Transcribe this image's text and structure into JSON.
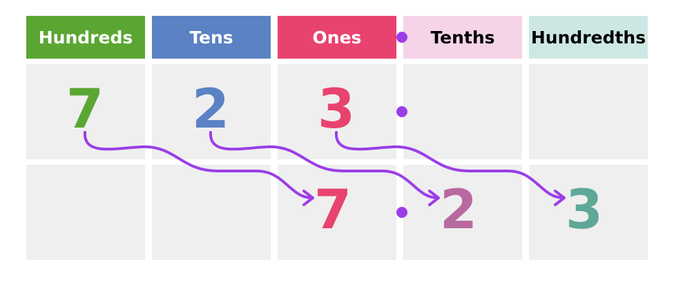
{
  "columns": [
    {
      "label": "Hundreds",
      "bg": "#5ba632",
      "fg": "#ffffff"
    },
    {
      "label": "Tens",
      "bg": "#5a82c4",
      "fg": "#ffffff"
    },
    {
      "label": "Ones",
      "bg": "#e8436e",
      "fg": "#ffffff"
    },
    {
      "label": "Tenths",
      "bg": "#f5d3e8",
      "fg": "#000000"
    },
    {
      "label": "Hundredths",
      "bg": "#cde8e4",
      "fg": "#000000"
    }
  ],
  "row1": [
    {
      "digit": "7",
      "column": 0,
      "color": "#5ba632"
    },
    {
      "digit": "2",
      "column": 1,
      "color": "#5a82c4"
    },
    {
      "digit": "3",
      "column": 2,
      "color": "#e8436e"
    }
  ],
  "row2": [
    {
      "digit": "7",
      "column": 2,
      "color": "#e8436e"
    },
    {
      "digit": "2",
      "column": 3,
      "color": "#b76aa0"
    },
    {
      "digit": "3",
      "column": 4,
      "color": "#5fa898"
    }
  ],
  "cell_color": "#efefef",
  "arrow_color": "#9b3ee8",
  "decimal_point_color": "#9b3ee8"
}
